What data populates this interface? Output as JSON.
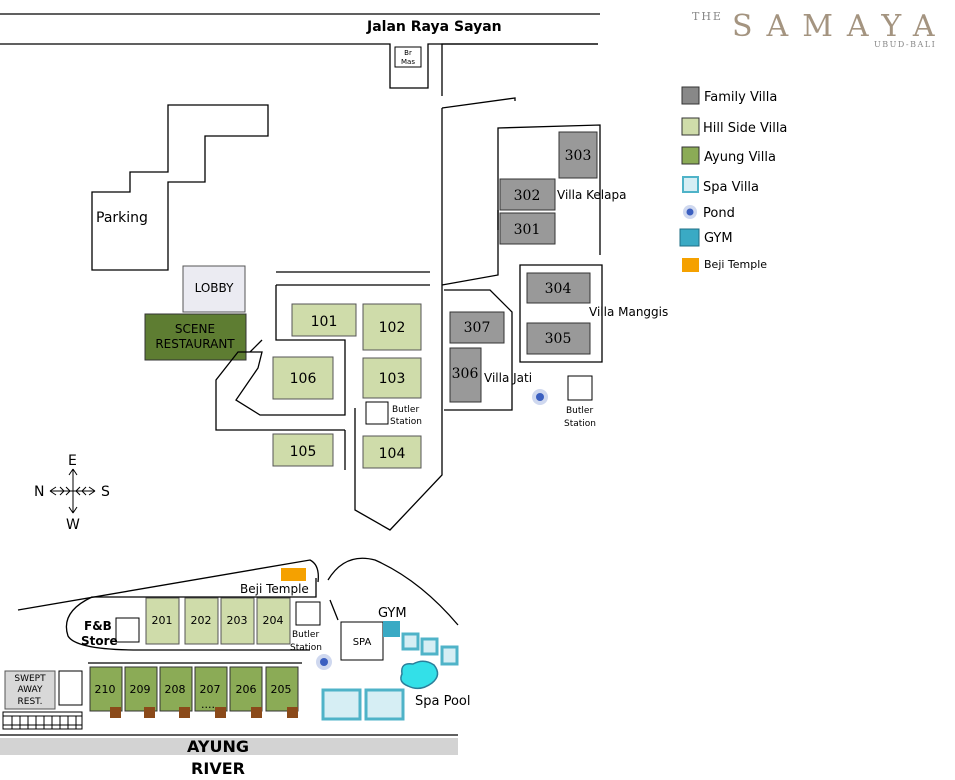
{
  "brand": {
    "the": "THE",
    "name": "SAMAYA",
    "location": "UBUD-BALI"
  },
  "road": "Jalan Raya Sayan",
  "small_label": [
    "Br",
    "Mas"
  ],
  "parking": "Parking",
  "lobby": "LOBBY",
  "restaurant": [
    "SCENE",
    "RESTAURANT"
  ],
  "legend": [
    {
      "label": "Family Villa",
      "color": "#888888"
    },
    {
      "label": "Hill Side Villa",
      "color": "#cfdcaa"
    },
    {
      "label": "Ayung Villa",
      "color": "#8bab56"
    },
    {
      "label": "Spa Villa",
      "color": "#d6eef4"
    },
    {
      "label": "Pond",
      "color": "#3b5fc0"
    },
    {
      "label": "GYM",
      "color": "#3aaac4"
    },
    {
      "label": "Beji Temple",
      "color": "#f5a100"
    }
  ],
  "hill_villas": [
    "101",
    "102",
    "106",
    "103",
    "105",
    "104"
  ],
  "family_villas": [
    "303",
    "302",
    "301",
    "304",
    "305",
    "307",
    "306"
  ],
  "villa_groups": [
    "Villa Kelapa",
    "Villa Manggis",
    "Villa Jati"
  ],
  "butler": [
    "Butler",
    "Station"
  ],
  "compass": {
    "n": "N",
    "s": "S",
    "e": "E",
    "w": "W"
  },
  "beji_temple": "Beji Temple",
  "gym": "GYM",
  "spa": "SPA",
  "spa_pool": "Spa Pool",
  "fb_store": [
    "F&B",
    "Store"
  ],
  "ayung_top": [
    "201",
    "202",
    "203",
    "204"
  ],
  "ayung_bottom": [
    "210",
    "209",
    "208",
    "207",
    "206",
    "205"
  ],
  "dots": "....",
  "swept": [
    "SWEPT",
    "AWAY",
    "REST."
  ],
  "river": [
    "AYUNG",
    "RIVER"
  ]
}
